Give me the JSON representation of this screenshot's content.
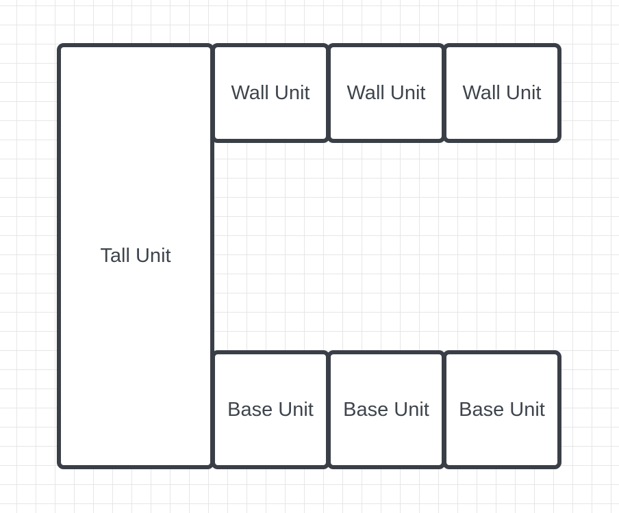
{
  "diagram": {
    "tall_unit": {
      "label": "Tall Unit"
    },
    "wall_units": [
      {
        "label": "Wall Unit"
      },
      {
        "label": "Wall Unit"
      },
      {
        "label": "Wall Unit"
      }
    ],
    "base_units": [
      {
        "label": "Base Unit"
      },
      {
        "label": "Base Unit"
      },
      {
        "label": "Base Unit"
      }
    ]
  },
  "colors": {
    "stroke": "#3a3f47",
    "text": "#3e444c",
    "fill": "#ffffff",
    "grid": "#e6e6e6"
  }
}
